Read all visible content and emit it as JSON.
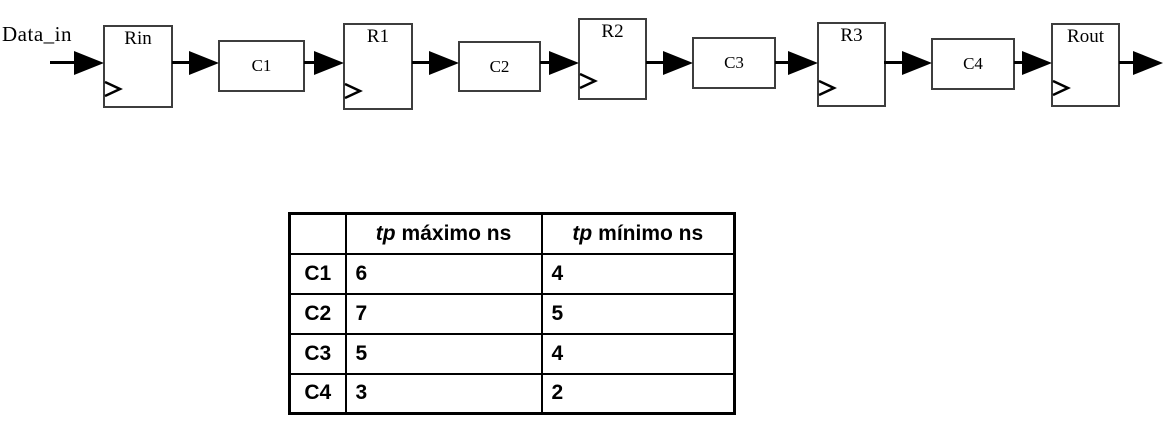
{
  "diagram": {
    "input_label": "Data_in",
    "registers": [
      {
        "label": "Rin"
      },
      {
        "label": "R1"
      },
      {
        "label": "R2"
      },
      {
        "label": "R3"
      },
      {
        "label": "Rout"
      }
    ],
    "cblocks": [
      {
        "label": "C1"
      },
      {
        "label": "C2"
      },
      {
        "label": "C3"
      },
      {
        "label": "C4"
      }
    ]
  },
  "table": {
    "header_empty": "",
    "header_max": {
      "prefix": "tp",
      "rest": "máximo ns"
    },
    "header_min": {
      "prefix": "tp",
      "rest": "mínimo ns"
    },
    "rows": [
      {
        "name": "C1",
        "max": "6",
        "min": "4"
      },
      {
        "name": "C2",
        "max": "7",
        "min": "5"
      },
      {
        "name": "C3",
        "max": "5",
        "min": "4"
      },
      {
        "name": "C4",
        "max": "3",
        "min": "2"
      }
    ]
  }
}
